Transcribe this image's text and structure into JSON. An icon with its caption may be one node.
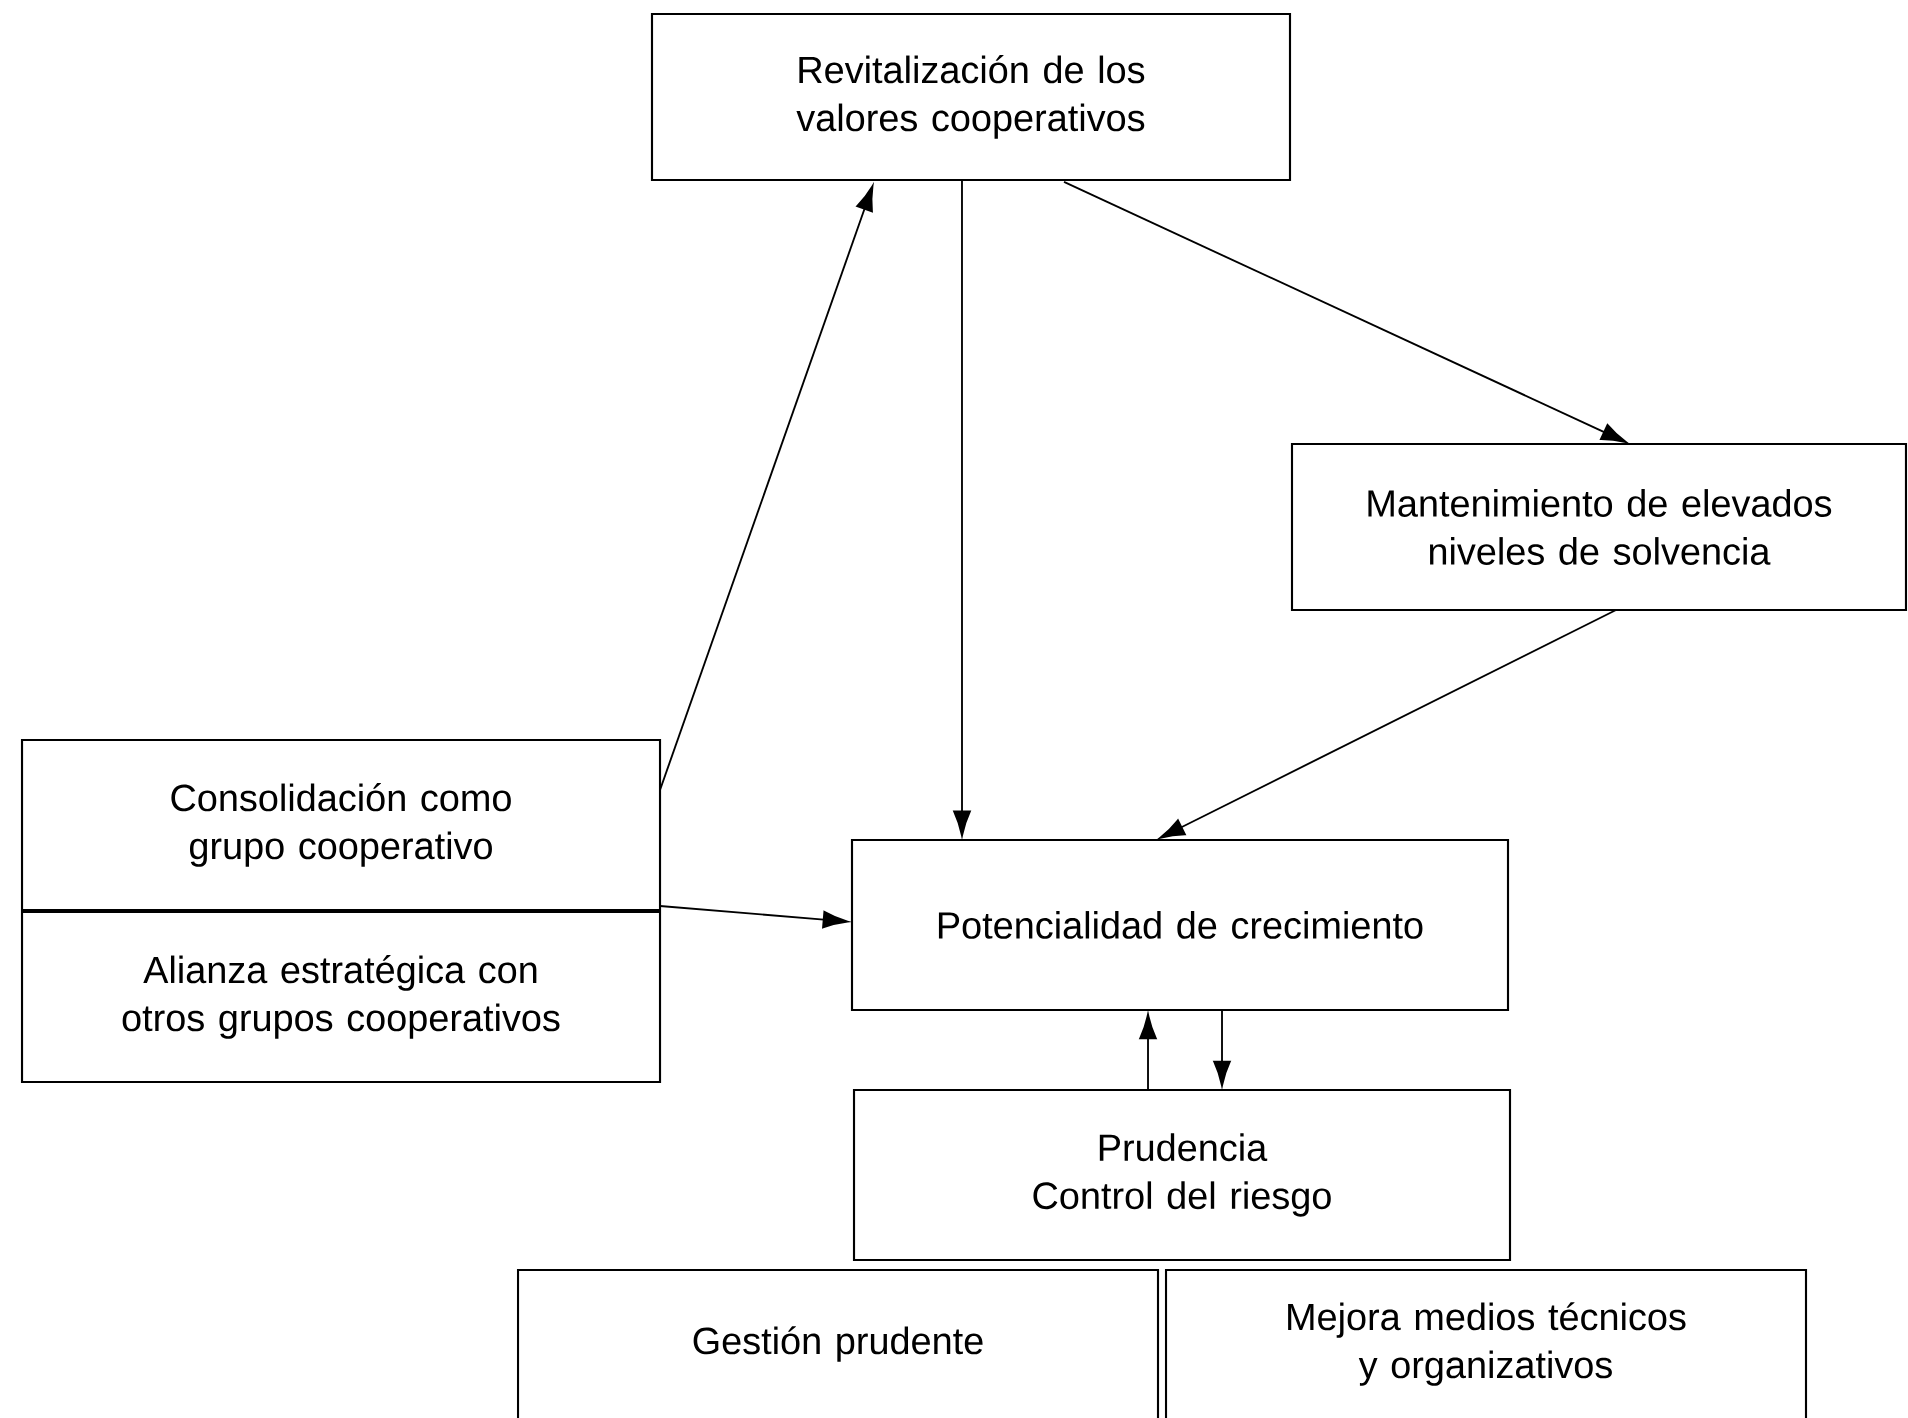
{
  "diagram": {
    "nodes": [
      {
        "text": [
          "Revitalización de los valores cooperativos"
        ]
      },
      {
        "text": [
          "Mantenimiento de elevados niveles de solvencia"
        ]
      },
      {
        "text": [
          "Consolidación como grupo cooperativo"
        ]
      },
      {
        "text": [
          "Alianza estratégica con otros grupos cooperativos"
        ]
      },
      {
        "text": [
          "Potencialidad de crecimiento"
        ]
      },
      {
        "text": [
          "Prudencia",
          "Control del riesgo"
        ]
      },
      {
        "text": [
          "Gestión prudente"
        ]
      },
      {
        "text": [
          "Mejora medios técnicos y organizativos"
        ]
      }
    ],
    "edges": [
      {
        "from": 2,
        "to": 0,
        "arrow": "to"
      },
      {
        "from": 0,
        "to": 4,
        "arrow": "to"
      },
      {
        "from": 0,
        "to": 1,
        "arrow": "to"
      },
      {
        "from": 1,
        "to": 4,
        "arrow": "to"
      },
      {
        "from": 2,
        "to": 4,
        "arrow": "to"
      },
      {
        "from": 5,
        "to": 4,
        "arrow": "to"
      },
      {
        "from": 4,
        "to": 5,
        "arrow": "to"
      }
    ]
  }
}
